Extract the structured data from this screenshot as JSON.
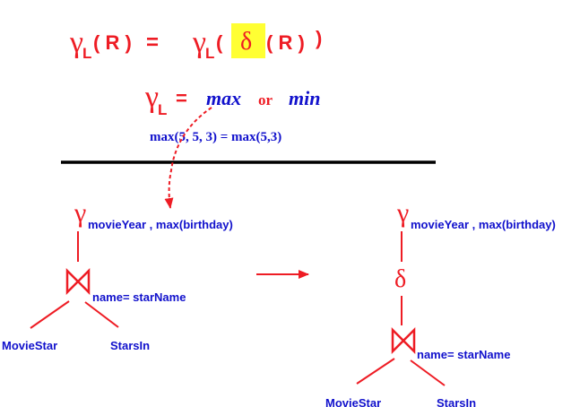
{
  "equation": {
    "gamma": "γ",
    "sub_L": "L",
    "lhs_arg": "( R )",
    "equals": "=",
    "rhs_open": "(",
    "delta": "δ",
    "rhs_arg": "( R )",
    "rhs_close": ")",
    "highlight_color": "#ffff33"
  },
  "gamma_def": {
    "gamma": "γ",
    "sub_L": "L",
    "equals": "=",
    "max": "max",
    "or": "or",
    "min": "min"
  },
  "example": "max(5, 5, 3) = max(5,3)",
  "left_tree": {
    "gamma": "γ",
    "grouping": "movieYear , max(birthday)",
    "join_condition": "name= starName",
    "left_leaf": "MovieStar",
    "right_leaf": "StarsIn"
  },
  "right_tree": {
    "gamma": "γ",
    "grouping": "movieYear , max(birthday)",
    "delta": "δ",
    "join_condition": "name= starName",
    "left_leaf": "MovieStar",
    "right_leaf": "StarsIn"
  },
  "colors": {
    "red": "#ee1c24",
    "blue": "#1111cc",
    "black": "#000000"
  }
}
